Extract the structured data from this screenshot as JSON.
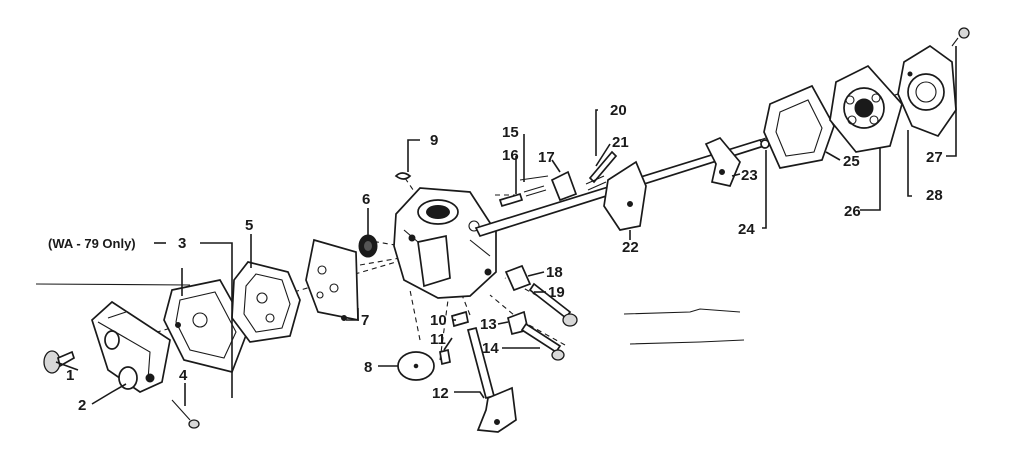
{
  "diagram": {
    "note": "(WA - 79 Only)",
    "labels": {
      "p1": "1",
      "p2": "2",
      "p3": "3",
      "p4": "4",
      "p5": "5",
      "p6": "6",
      "p7": "7",
      "p8": "8",
      "p9": "9",
      "p10": "10",
      "p11": "11",
      "p12": "12",
      "p13": "13",
      "p14": "14",
      "p15": "15",
      "p16": "16",
      "p17": "17",
      "p18": "18",
      "p19": "19",
      "p20": "20",
      "p21": "21",
      "p22": "22",
      "p23": "23",
      "p24": "24",
      "p25": "25",
      "p26": "26",
      "p27": "27",
      "p28": "28"
    }
  }
}
